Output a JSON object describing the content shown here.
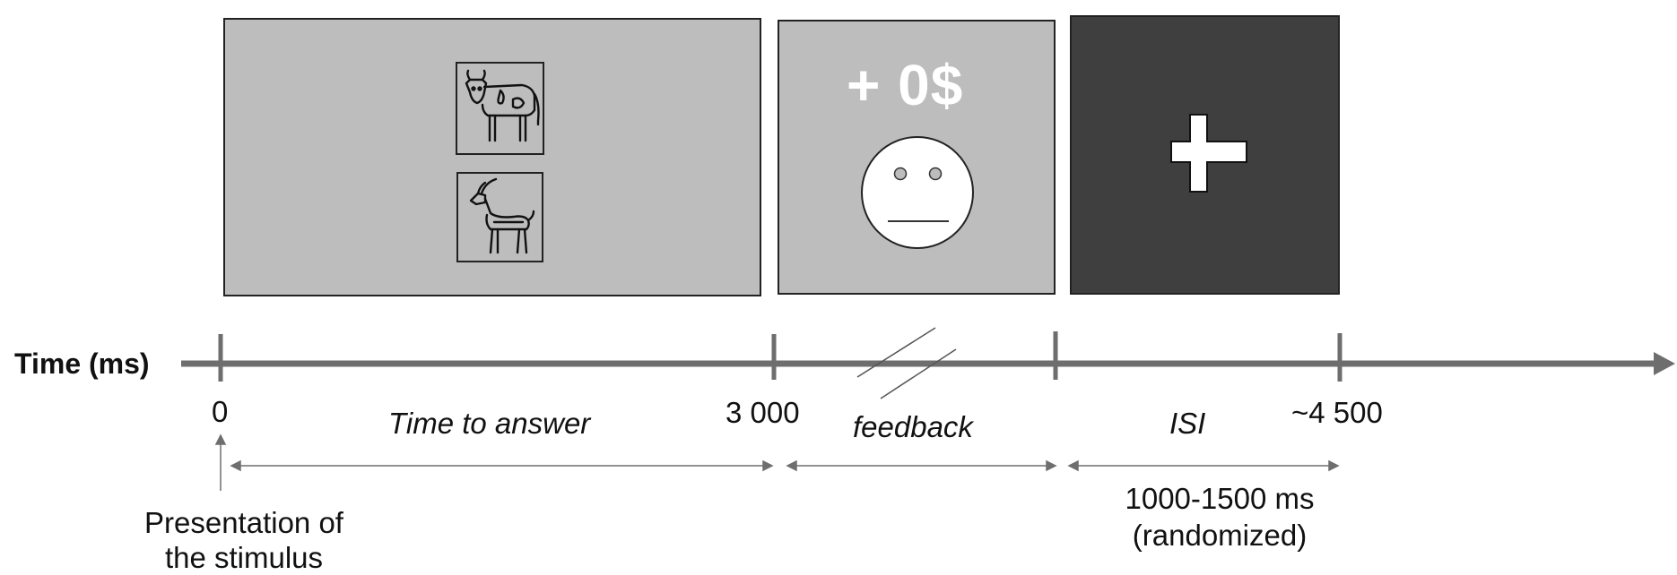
{
  "axis": {
    "label": "Time (ms)",
    "ticks": [
      {
        "label": "0"
      },
      {
        "label": "3 000"
      },
      {
        "label": ""
      },
      {
        "label": "~4 500"
      }
    ]
  },
  "phases": [
    {
      "label": "Time to answer"
    },
    {
      "label": "feedback"
    },
    {
      "label": "ISI"
    }
  ],
  "isi_duration": {
    "line1": "1000-1500 ms",
    "line2": "(randomized)"
  },
  "stimulus_note": {
    "line1": "Presentation of",
    "line2": "the stimulus"
  },
  "feedback_panel": {
    "reward_text": "+ 0$",
    "face_icon": "neutral-face-icon"
  },
  "stimulus_panel": {
    "top_icon": "cow-icon",
    "bottom_icon": "gazelle-icon"
  },
  "isi_panel": {
    "icon": "fixation-cross-icon"
  },
  "colors": {
    "panel_gray": "#bdbdbd",
    "isi_dark": "#3f3f3f",
    "axis_gray": "#6e6e6e",
    "text_white": "#ffffff"
  }
}
